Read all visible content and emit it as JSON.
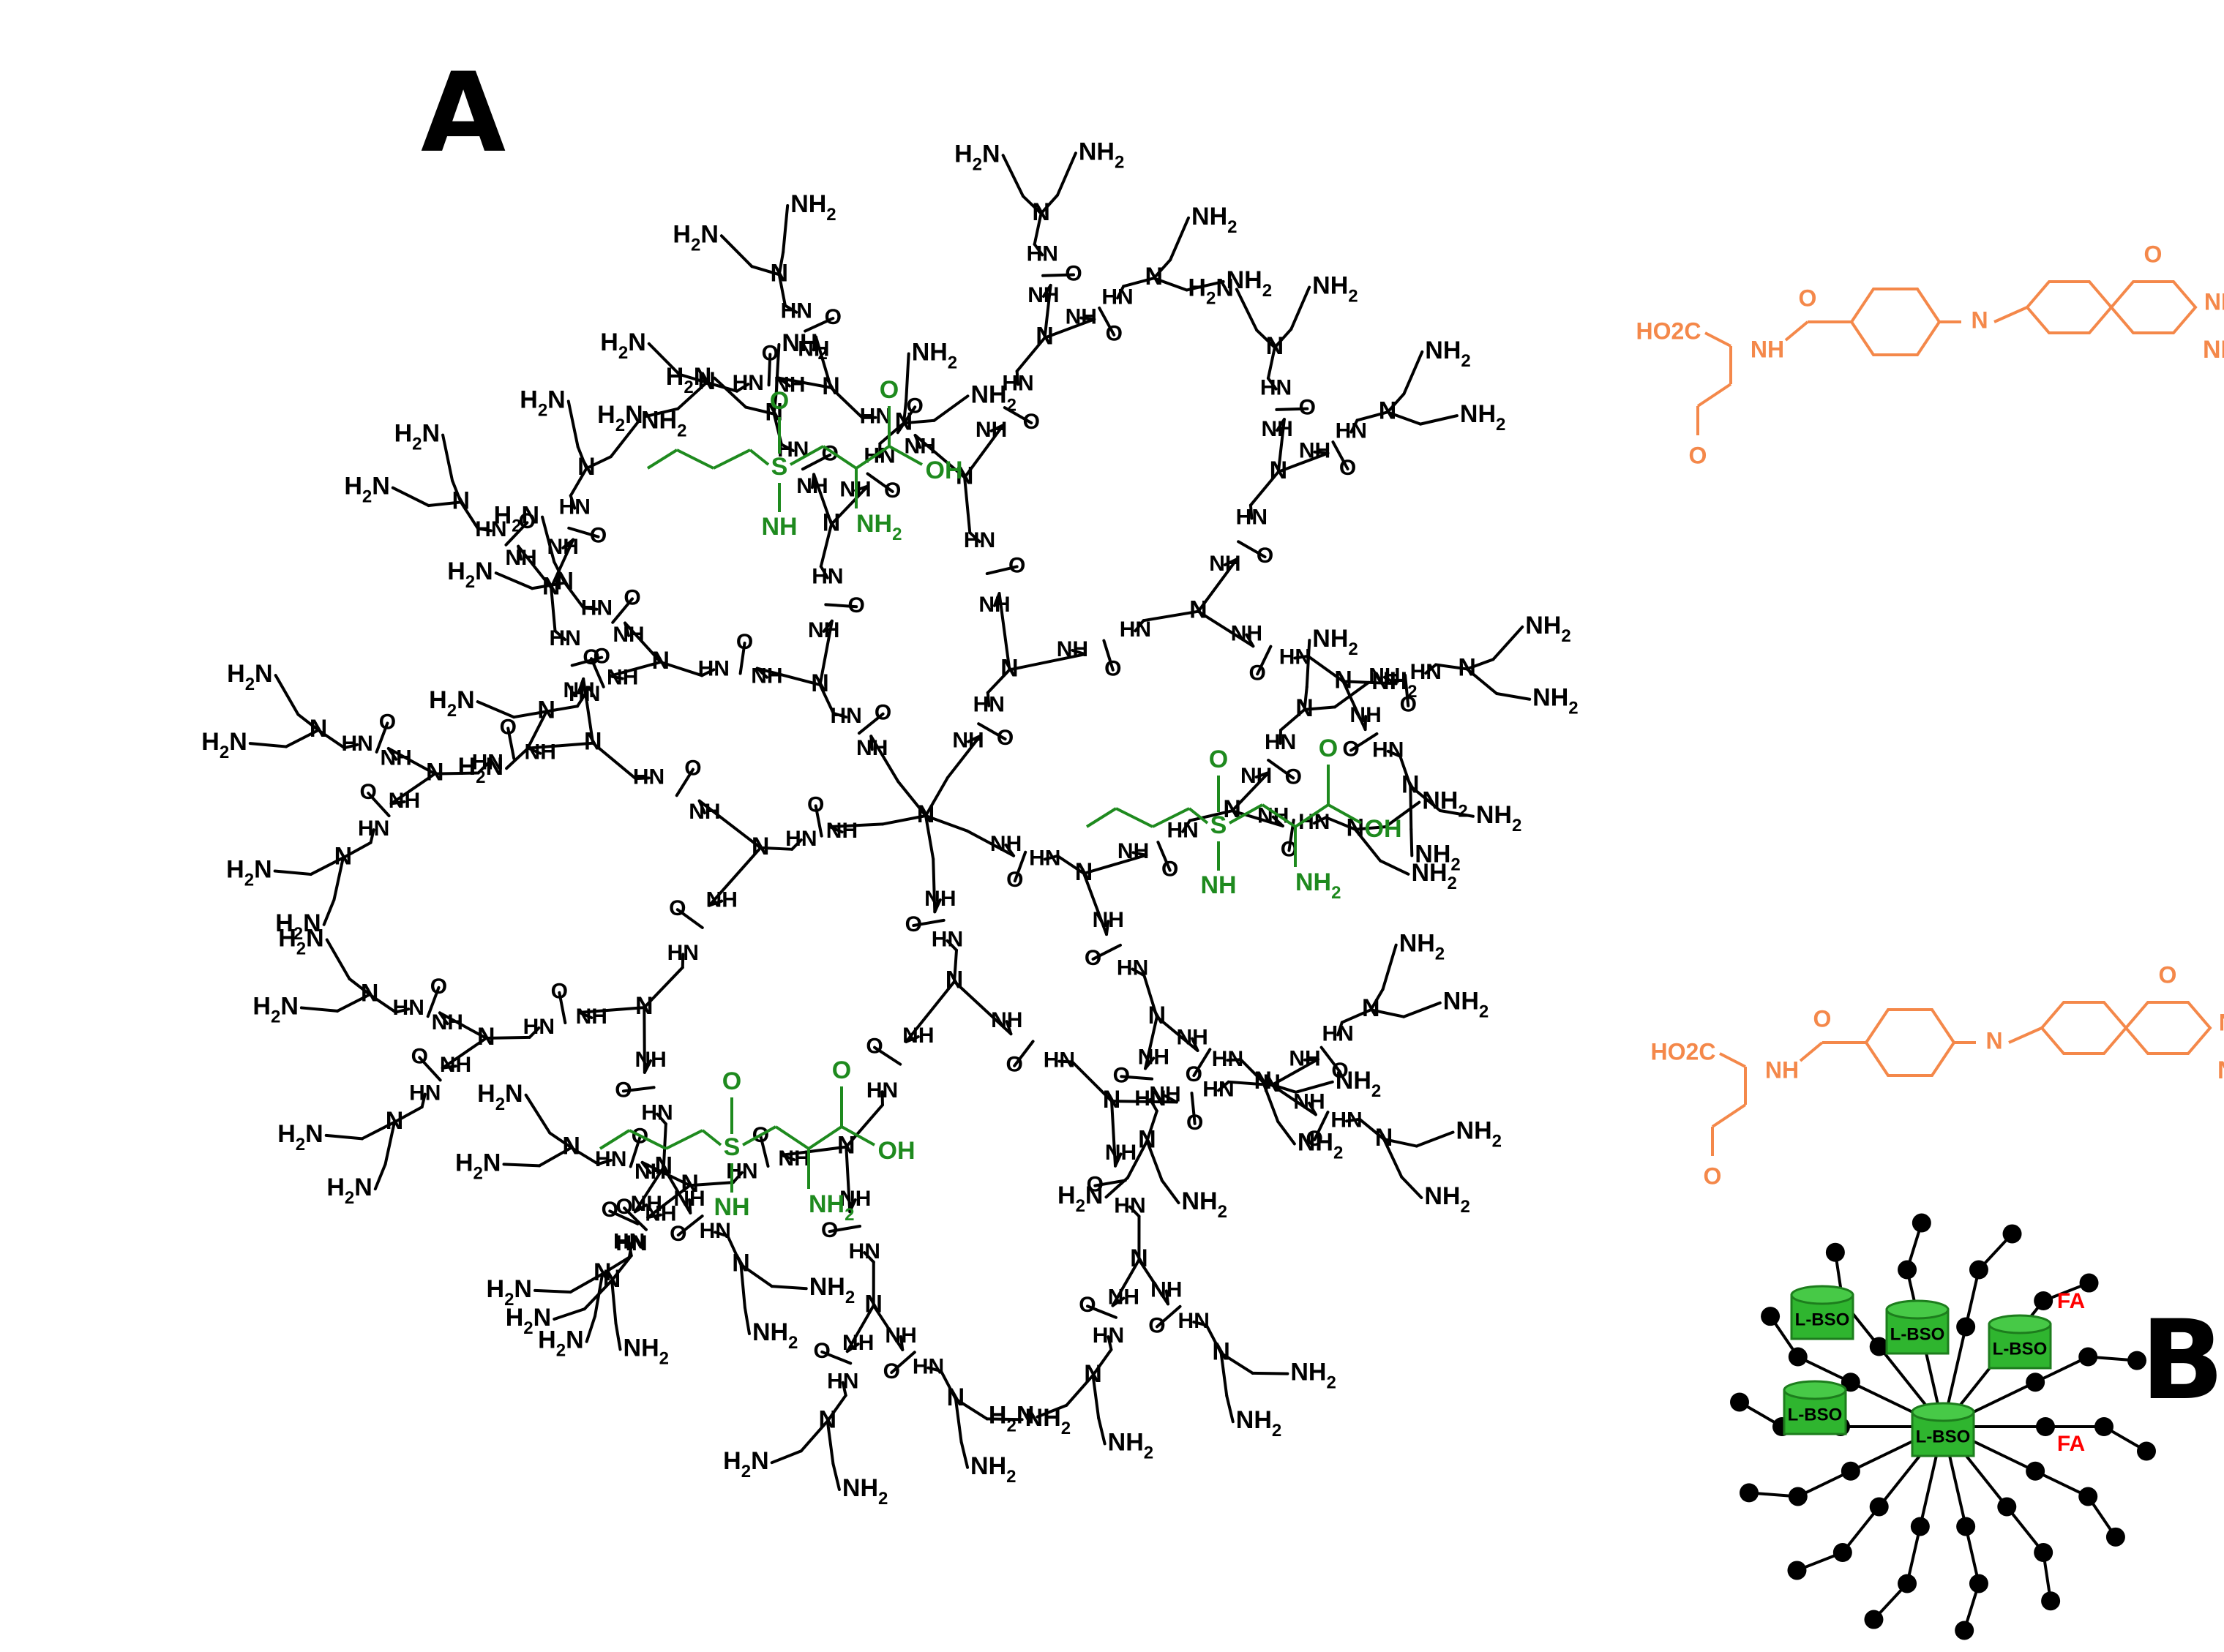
{
  "panels": {
    "a": "A",
    "b": "B"
  },
  "labels": {
    "nh2": "NH2",
    "nh2_sub": "2",
    "nh": "NH",
    "hn": "HN",
    "n": "N",
    "o": "O",
    "oh": "OH",
    "s": "S",
    "h2n": "H2N",
    "ho2c": "HO2C",
    "lbso": "L-BSO",
    "fa": "FA"
  },
  "colors": {
    "dendrimer": "#000000",
    "bso": "#1e8a1e",
    "folate": "#f4884a",
    "fa_label": "#ff0000",
    "drum": "#2fb52f",
    "drum_dark": "#1d7d1d"
  },
  "dendrimer_core": "N",
  "cargo_count": 5
}
